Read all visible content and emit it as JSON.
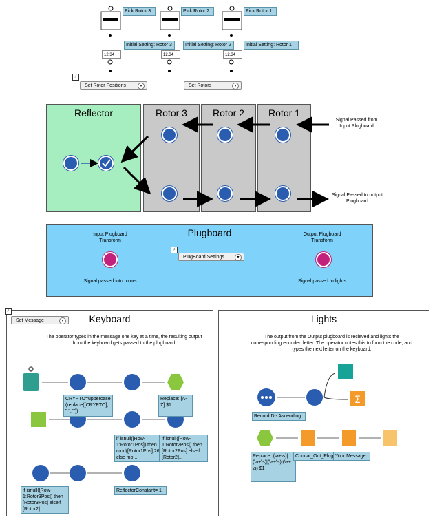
{
  "top": {
    "picks": [
      "Pick Rotor 3",
      "Pick Rotor 2",
      "Pick Rotor 1"
    ],
    "initials": [
      "Initial Setting: Rotor 3",
      "Initial Setting: Rotor 2",
      "Initial Setting: Rotor 1"
    ],
    "numeric_value": "12.34",
    "set_positions": "Set Rotor Positions",
    "set_rotors": "Set Rotors"
  },
  "machine": {
    "reflector": "Reflector",
    "rotor3": "Rotor 3",
    "rotor2": "Rotor 2",
    "rotor1": "Rotor 1",
    "signal_in": "Signal Passed from Input Plugboard",
    "signal_out": "Signal Passed to output Plugboard"
  },
  "plugboard": {
    "title": "Plugboard",
    "input_transform": "Input Plugboard Transform",
    "output_transform": "Output Plugboard Transform",
    "settings": "PlugBoard Settings",
    "into_rotors": "Signal passed into rotors",
    "to_lights": "Signal passed to lights"
  },
  "keyboard": {
    "title": "Keyboard",
    "set_message": "Set Message",
    "description": "The operator types in the message one key at a time, the resulting output from the keyboard gets passed to the plugboard",
    "formula_crypto": "CRYPTO=uppercase (replace([CRYPTO], \" \",\"\"))",
    "replace_az": "Replace: [A-Z] $1",
    "if_rotor1": "if isnull([Row-1:Rotor1Pos]) then mod([Rotor1Pos],26) else mo...",
    "if_rotor2": "if isnull([Row-1:Rotor2Pos]) then [Rotor2Pos] elseif [Rotor2]...",
    "if_rotor3": "if isnull([Row-1:Rotor3Pos]) then [Rotor3Pos] elseif [Rotor2]...",
    "reflector_const": "ReflectorConstant= 1"
  },
  "lights": {
    "title": "Lights",
    "description": "The output from the Output plugboard is recieved and lights the corresponding encoded letter. The operator notes this to form the code, and types the next letter on the keyboard.",
    "record_id": "RecordID - Ascending",
    "replace_long": "Replace: (\\a+\\s)|(\\a+\\s)|(\\a+\\s)|(\\a+ \\s) $1",
    "concat": "Concat_Out_PlugB...",
    "your_message": "Your Message:"
  },
  "colors": {
    "reflector_bg": "#a6eec0",
    "rotor_bg": "#c9c9c9",
    "plugboard_bg": "#7fd2f9",
    "node_blue": "#2a5db0",
    "node_magenta": "#c2217c",
    "label_bg": "#a6d2e3"
  }
}
